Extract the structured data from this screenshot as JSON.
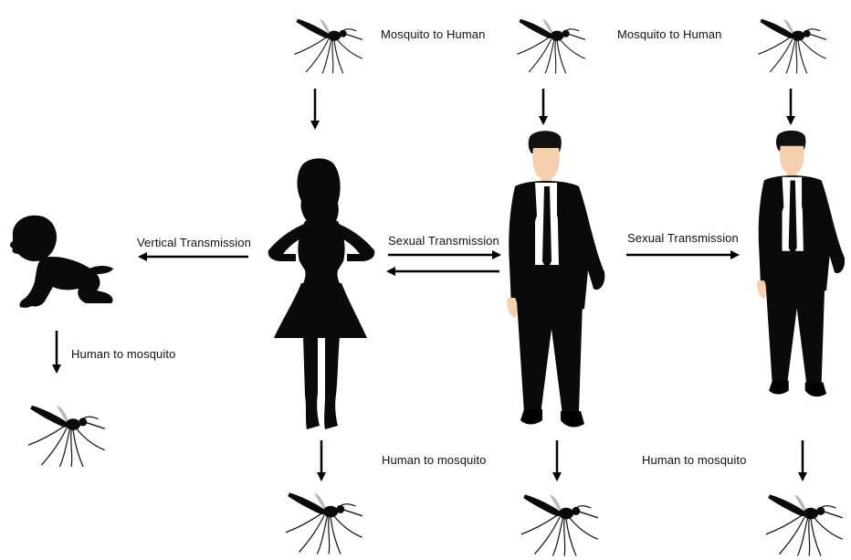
{
  "labels": {
    "mosquito_to_human_1": "Mosquito to Human",
    "mosquito_to_human_2": "Mosquito to Human",
    "vertical_transmission": "Vertical Transmission",
    "sexual_transmission_1": "Sexual Transmission",
    "sexual_transmission_2": "Sexual Transmission",
    "human_to_mosquito_baby": "Human to mosquito",
    "human_to_mosquito_1": "Human to mosquito",
    "human_to_mosquito_2": "Human to mosquito"
  },
  "colors": {
    "silhouette": "#0a0a0a",
    "skin": "#f6cfae",
    "shirt": "#ffffff",
    "arrow": "#000000",
    "text": "#111111"
  },
  "icons": [
    "mosquito-icon",
    "baby-icon",
    "woman-icon",
    "man-icon"
  ]
}
